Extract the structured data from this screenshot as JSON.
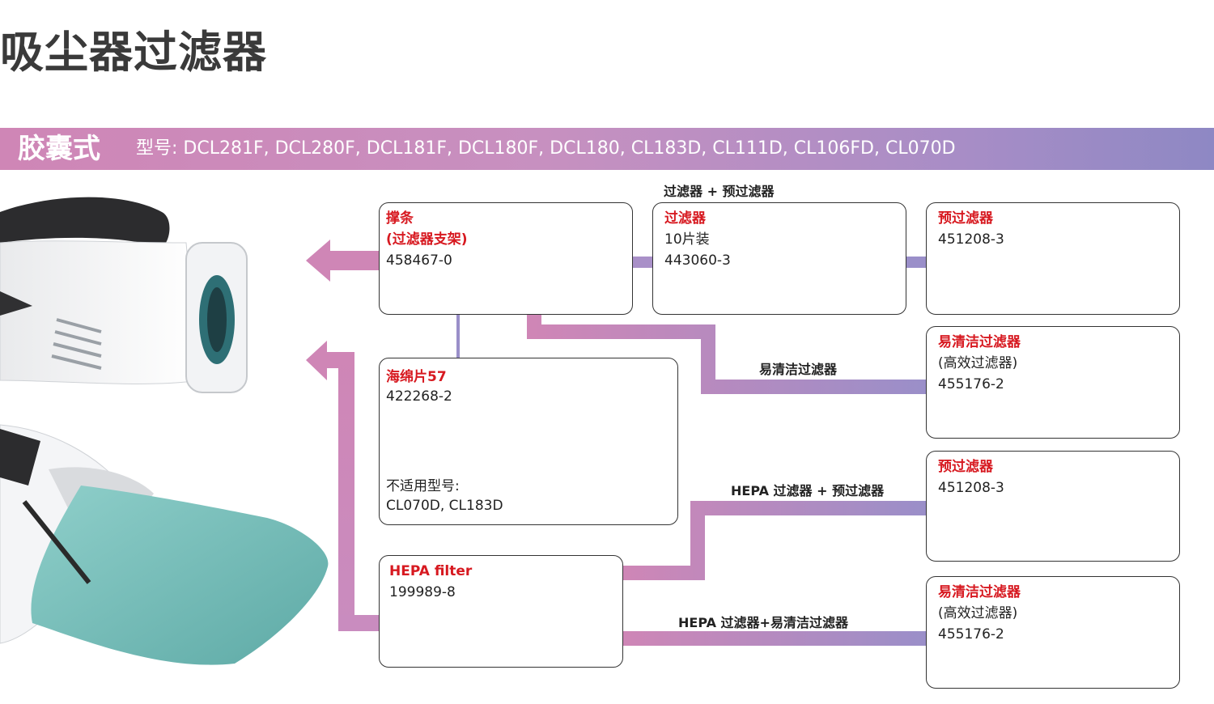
{
  "page": {
    "title": "吸尘器过滤器"
  },
  "banner": {
    "title": "胶囊式",
    "models": "型号: DCL281F, DCL280F, DCL181F, DCL180F, DCL180, CL183D, CL111D, CL106FD, CL070D"
  },
  "colors": {
    "pink": "#cf86b6",
    "purple": "#9a8fc9",
    "red": "#d71920",
    "border": "#333333"
  },
  "labels": {
    "filter_prefilter": "过滤器 + 预过滤器",
    "easy_clean": "易清洁过滤器",
    "hepa_prefilter": "HEPA 过滤器 + 预过滤器",
    "hepa_easy_clean": "HEPA 过滤器+易清洁过滤器"
  },
  "cards": {
    "support": {
      "name": "撑条",
      "name2": "(过滤器支架)",
      "code": "458467-0"
    },
    "filter": {
      "name": "过滤器",
      "qty": "10片装",
      "code": "443060-3"
    },
    "prefilter1": {
      "name": "预过滤器",
      "code": "451208-3"
    },
    "easyclean1": {
      "name": "易清洁过滤器",
      "sub": "(高效过滤器)",
      "code": "455176-2"
    },
    "sponge": {
      "name": "海绵片57",
      "code": "422268-2",
      "note_title": "不适用型号:",
      "note_models": "CL070D, CL183D"
    },
    "prefilter2": {
      "name": "预过滤器",
      "code": "451208-3"
    },
    "hepa": {
      "name": "HEPA filter",
      "code": "199989-8"
    },
    "easyclean2": {
      "name": "易清洁过滤器",
      "sub": "(高效过滤器)",
      "code": "455176-2"
    }
  },
  "icons": [
    "vacuum-photo",
    "support-cage-icon",
    "cloth-filter-icon",
    "prefilter-mesh-icon",
    "easy-clean-filter-icon",
    "sponge-disc-icon",
    "hepa-filter-icon",
    "arrow-left-icon"
  ]
}
